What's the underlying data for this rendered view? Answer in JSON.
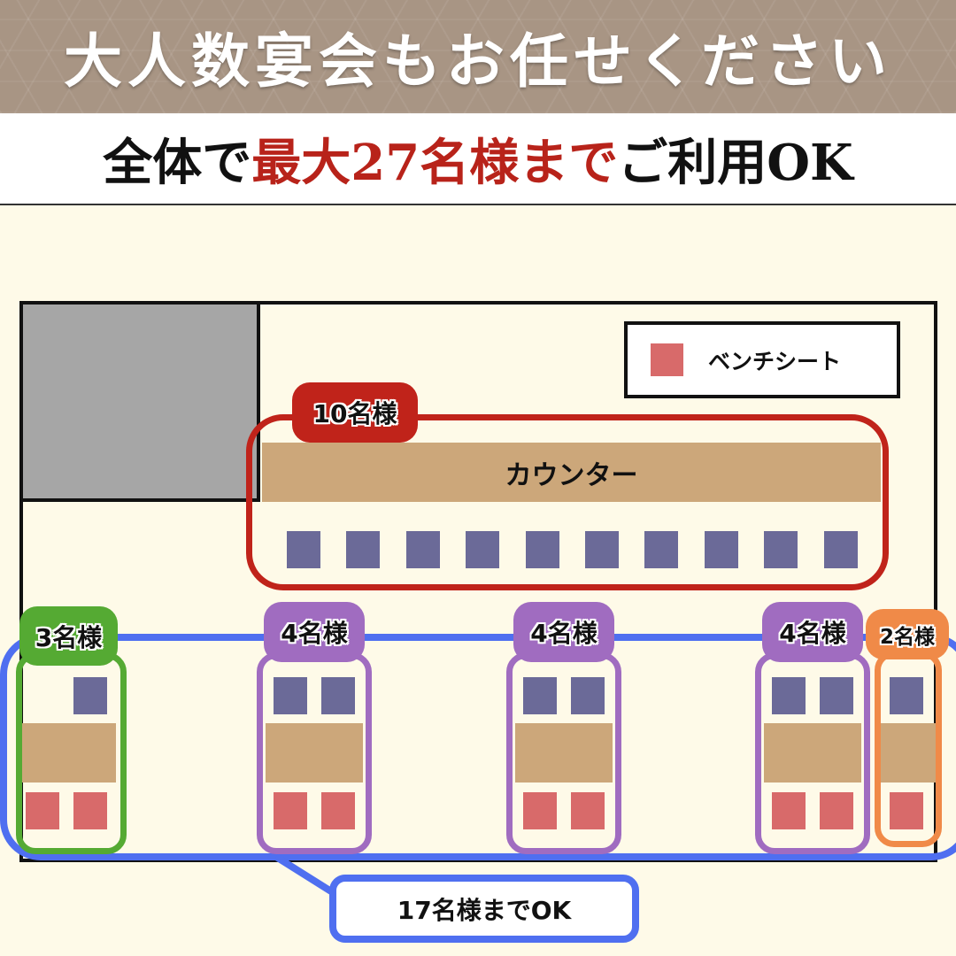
{
  "header": {
    "title": "大人数宴会もお任せください"
  },
  "subheader": {
    "prefix": "全体で",
    "highlight": "最大27名様まで",
    "suffix": "ご利用OK"
  },
  "legend": {
    "label": "ベンチシート"
  },
  "counter": {
    "label": "カウンター",
    "group_label": "10名様",
    "seats": 10
  },
  "tables": [
    {
      "label": "3名様"
    },
    {
      "label": "4名様"
    },
    {
      "label": "4名様"
    },
    {
      "label": "4名様"
    },
    {
      "label": "2名様"
    }
  ],
  "callout": {
    "label": "17名様までOK"
  },
  "colors": {
    "header_bg": "#a89584",
    "accent_red": "#b8231a",
    "counter_group": "#c0231a",
    "table_group_blue": "#4f6ff0",
    "green": "#55aa33",
    "purple": "#a06cc0",
    "orange": "#f08a48",
    "seat_chair": "#6b6a98",
    "seat_bench": "#d86a6a",
    "table": "#cca77a"
  }
}
